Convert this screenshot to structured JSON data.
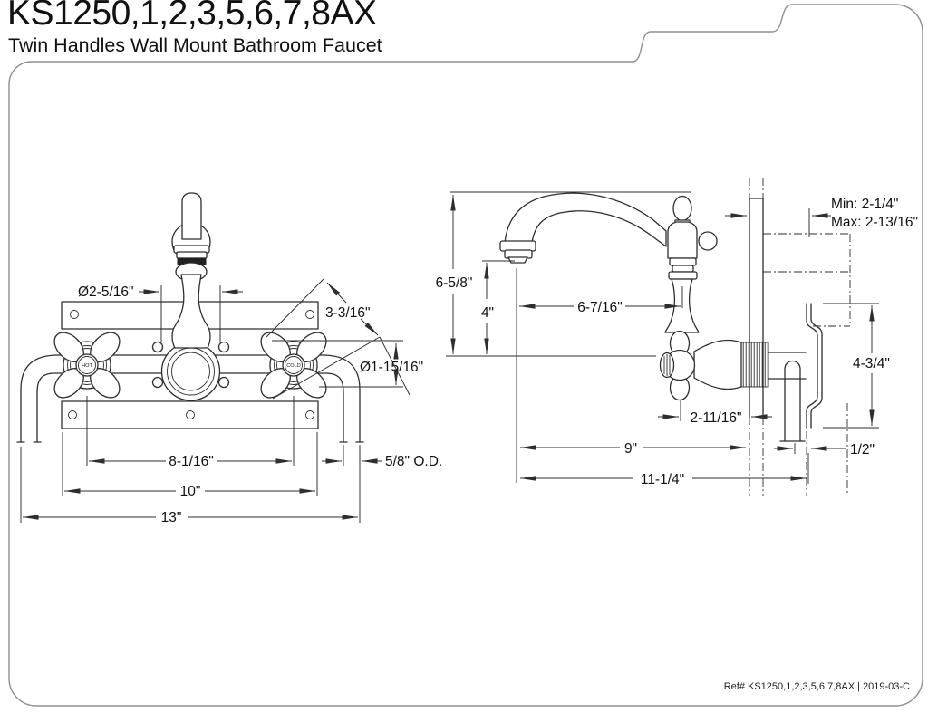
{
  "header": {
    "title": "KS1250,1,2,3,5,6,7,8AX",
    "subtitle": "Twin Handles Wall Mount Bathroom Faucet"
  },
  "footer": {
    "ref_text": "Ref# KS1250,1,2,3,5,6,7,8AX | 2019-03-C"
  },
  "colors": {
    "linework": "#2e2e2e",
    "border": "#8f8f8f",
    "text": "#111111"
  },
  "front_view": {
    "handle_hot_label": "HOT",
    "handle_cold_label": "COLD",
    "dims": {
      "escutcheon_diameter": "Ø2-5/16\"",
      "handle_diagonal": "3-3/16\"",
      "handle_diameter": "Ø1-15/16\"",
      "handle_centers": "8-1/16\"",
      "plate_width": "10\"",
      "overall_width": "13\"",
      "tube_od": "5/8\" O.D."
    }
  },
  "side_view": {
    "dims": {
      "overall_height": "6-5/8\"",
      "outlet_height": "4\"",
      "spout_reach": "6-7/16\"",
      "wall_min": "Min: 2-1/4\"",
      "wall_max": "Max: 2-13/16\"",
      "cover_plate_height": "4-3/4\"",
      "handle_to_wall": "2-11/16\"",
      "outlet_to_wall": "9\"",
      "overall_depth": "11-1/4\"",
      "supply_offset": "1/2\""
    }
  }
}
